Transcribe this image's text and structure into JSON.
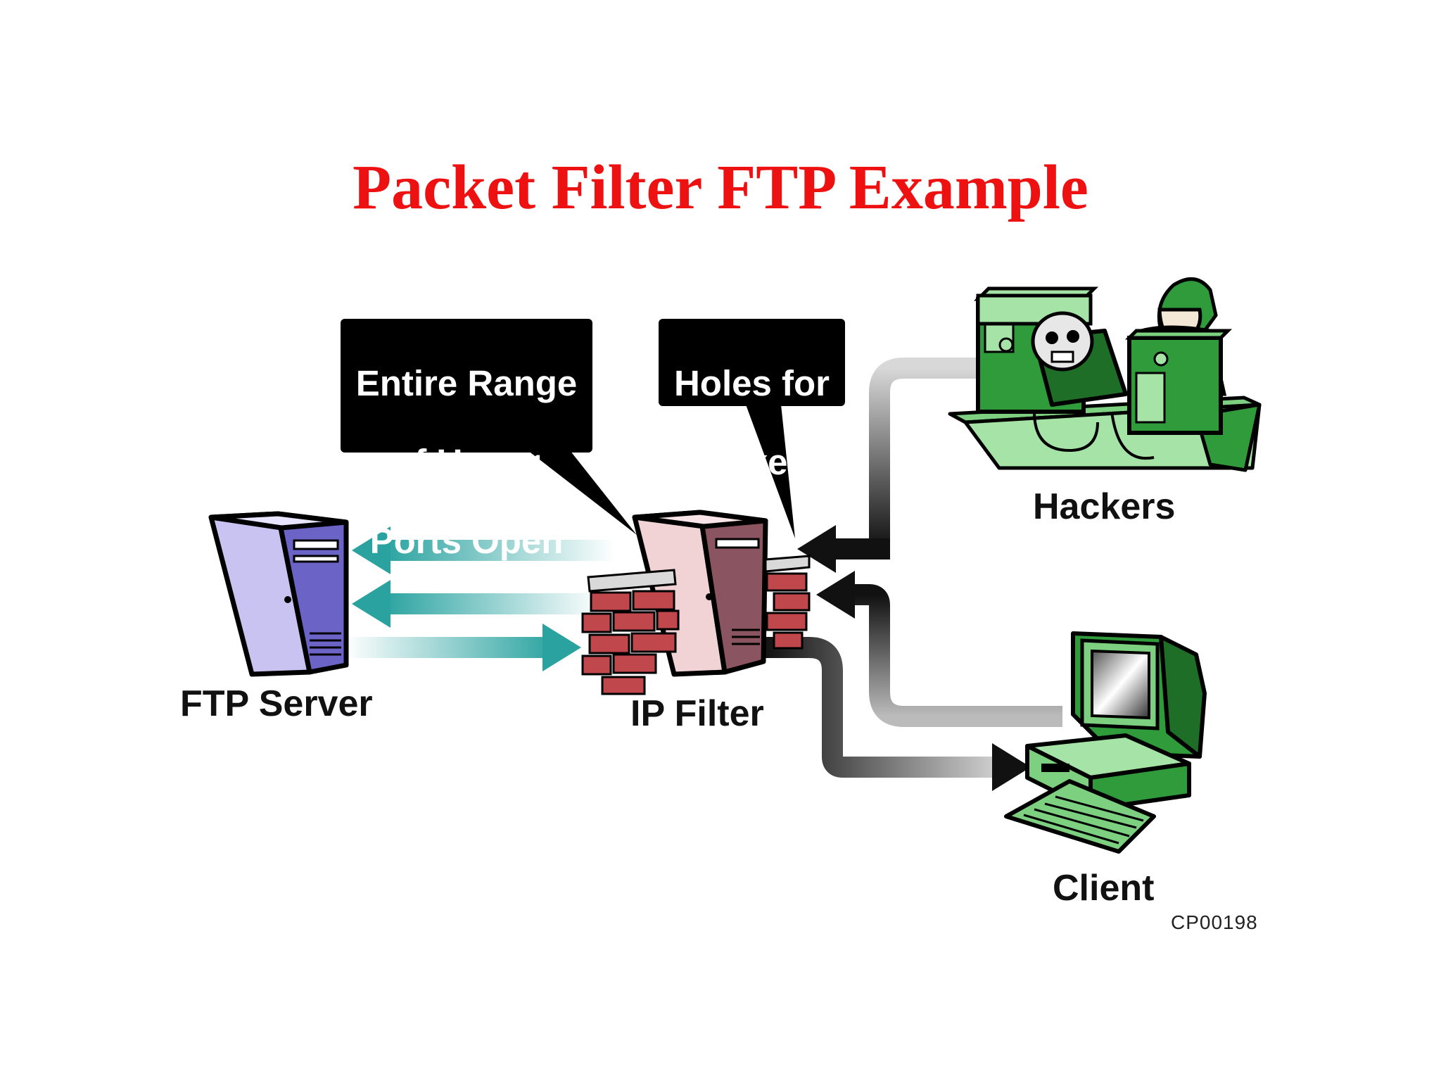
{
  "title": "Packet Filter FTP Example",
  "callouts": {
    "upper_ports": [
      "Entire Range",
      "of Upper",
      "Ports Open"
    ],
    "holes": [
      "Holes for",
      "Hackers"
    ]
  },
  "labels": {
    "ftp_server": "FTP Server",
    "ip_filter": "IP Filter",
    "hackers": "Hackers",
    "client": "Client"
  },
  "figure_code": "CP00198",
  "colors": {
    "title": "#ee1111",
    "server": "#6b63c6",
    "brick": "#c0484c",
    "hacker_green": "#2f9b3a",
    "arrow_teal": "#2aa3a0"
  }
}
